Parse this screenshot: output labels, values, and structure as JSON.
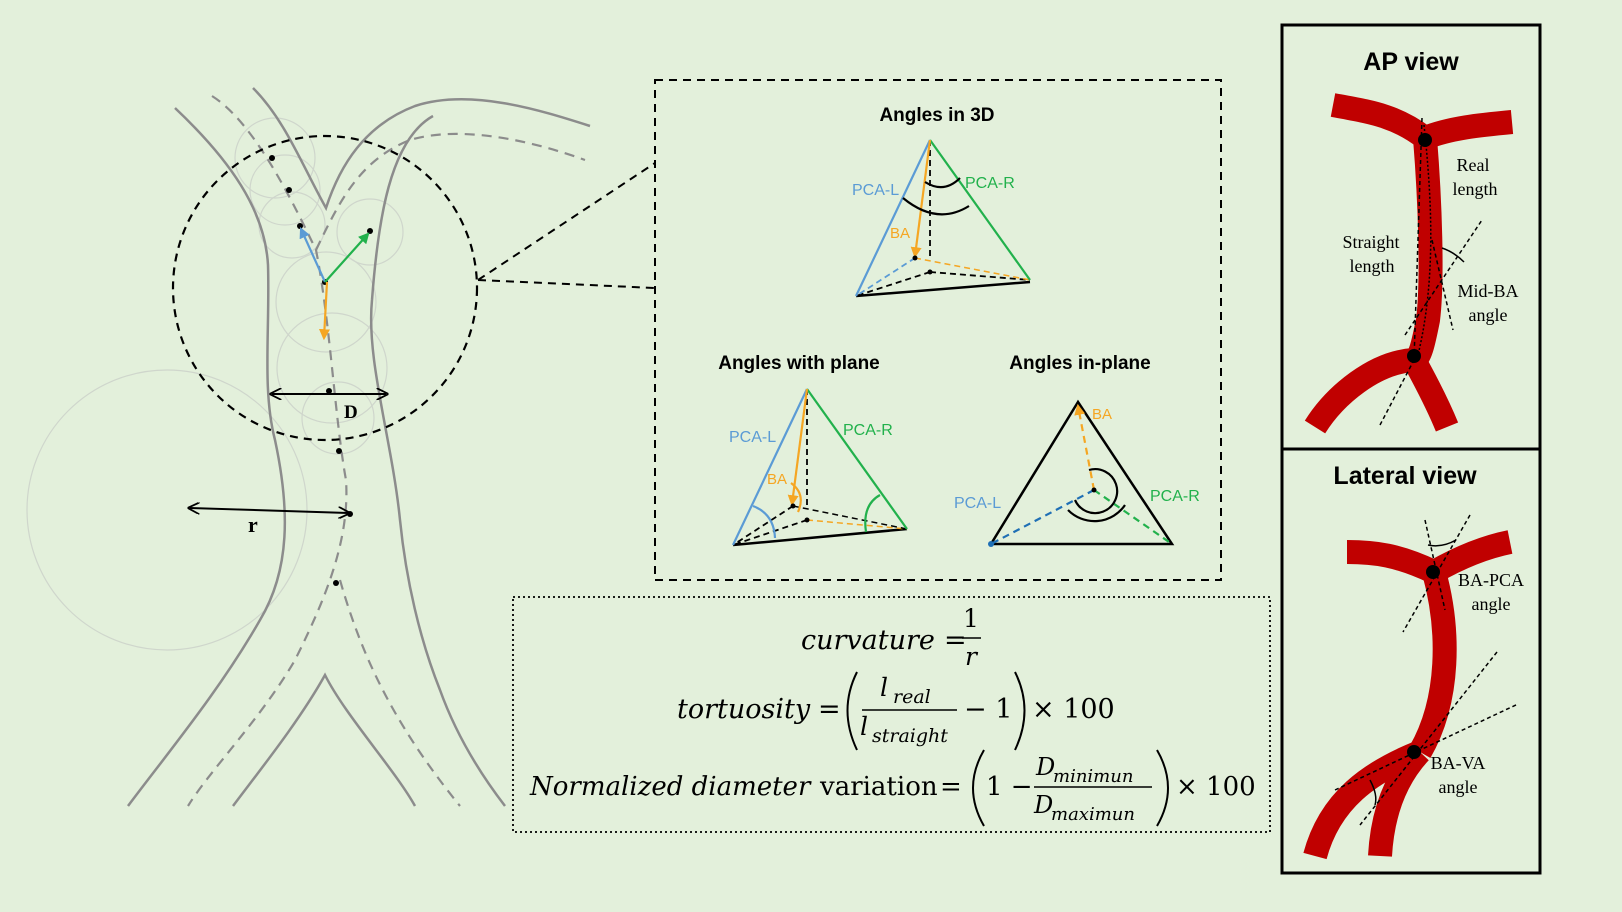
{
  "left_diagram": {
    "label_d": "D",
    "label_r": "r"
  },
  "angles_3d": {
    "title": "Angles in 3D",
    "pca_l": "PCA-L",
    "pca_r": "PCA-R",
    "ba": "BA"
  },
  "angles_with_plane": {
    "title": "Angles with plane",
    "pca_l": "PCA-L",
    "pca_r": "PCA-R",
    "ba": "BA"
  },
  "angles_in_plane": {
    "title": "Angles in-plane",
    "pca_l": "PCA-L",
    "pca_r": "PCA-R",
    "ba": "BA"
  },
  "formulas": {
    "curvature": {
      "lhs": "curvature",
      "num": "1",
      "den": "r"
    },
    "tortuosity": {
      "lhs": "tortuosity",
      "num_base": "l",
      "num_sub": "real",
      "den_base": "l",
      "den_sub": "straight",
      "minus": "− 1",
      "times": "× 100"
    },
    "diameter": {
      "lhs_italic": "Normalized diameter",
      "lhs_word": "variation",
      "one_minus": "1 −",
      "num_base": "D",
      "num_sub": "minimun",
      "den_base": "D",
      "den_sub": "maximun",
      "times": "× 100"
    }
  },
  "ap_view": {
    "title": "AP view",
    "real_length": [
      "Real",
      "length"
    ],
    "straight_length": [
      "Straight",
      "length"
    ],
    "mid_ba_angle": [
      "Mid-BA",
      "angle"
    ]
  },
  "lateral_view": {
    "title": "Lateral view",
    "ba_pca_angle": [
      "BA-PCA",
      "angle"
    ],
    "ba_va_angle": [
      "BA-VA",
      "angle"
    ]
  },
  "colors": {
    "background": "#e3f0db",
    "vessel": "#c00000",
    "pca_l": "#5b9bd5",
    "pca_r": "#22b14c",
    "ba": "#f5a623",
    "outline": "#8c8c8c"
  }
}
